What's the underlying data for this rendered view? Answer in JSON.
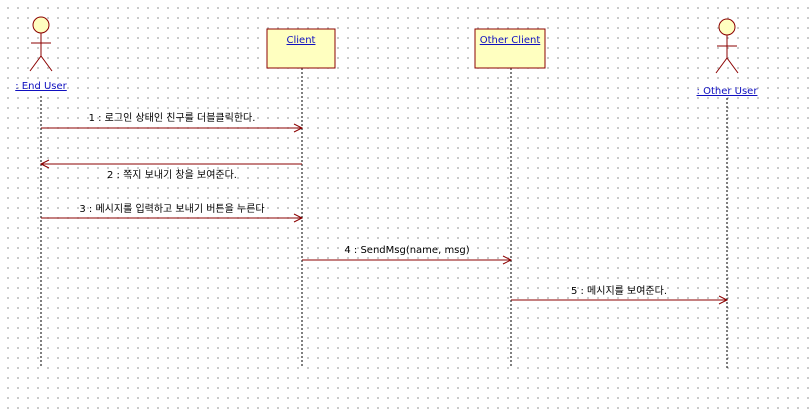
{
  "participants": [
    {
      "id": "end_user",
      "kind": "actor",
      "label": ": End User"
    },
    {
      "id": "client",
      "kind": "object",
      "label": "Client"
    },
    {
      "id": "other_client",
      "kind": "object",
      "label": "Other Client"
    },
    {
      "id": "other_user",
      "kind": "actor",
      "label": ": Other User"
    }
  ],
  "messages": [
    {
      "label": "1 : 로그인 상태인 친구를 더블클릭한다.",
      "from": "end_user",
      "to": "client"
    },
    {
      "label": "2 : 쪽지 보내기 창을 보여준다.",
      "from": "client",
      "to": "end_user"
    },
    {
      "label": "3 : 메시지를 입력하고 보내기 버튼을 누른다",
      "from": "end_user",
      "to": "client"
    },
    {
      "label": "4 : SendMsg(name, msg)",
      "from": "client",
      "to": "other_client"
    },
    {
      "label": "5 : 메시지를 보여준다.",
      "from": "other_client",
      "to": "other_user"
    }
  ],
  "colors": {
    "box_fill": "#ffffc0",
    "stroke": "#8b0000",
    "label_text": "#1010c0"
  }
}
